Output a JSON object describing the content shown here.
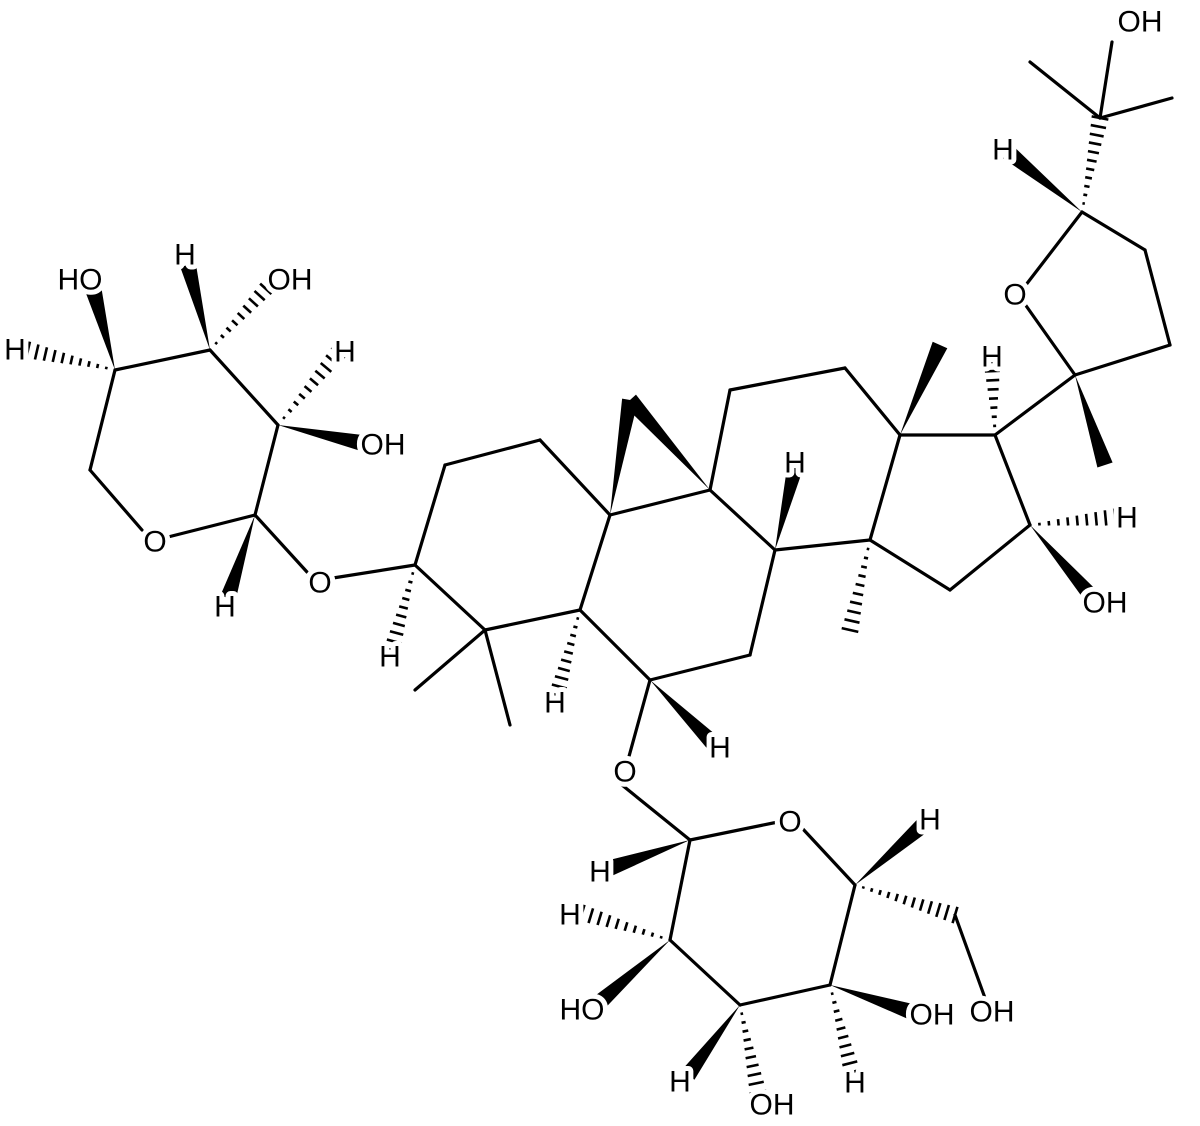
{
  "diagram": {
    "type": "chemical-structure",
    "atom_labels": [
      "OH",
      "H",
      "O",
      "H",
      "H",
      "OH",
      "H",
      "H",
      "H",
      "O",
      "H",
      "O",
      "H",
      "O",
      "HO",
      "H",
      "H",
      "OH",
      "H",
      "OH",
      "H",
      "O",
      "H",
      "OH",
      "OH",
      "H",
      "OH",
      "H",
      "H",
      "HO"
    ]
  },
  "colors": {
    "ink": "#000000",
    "background": "#ffffff"
  }
}
